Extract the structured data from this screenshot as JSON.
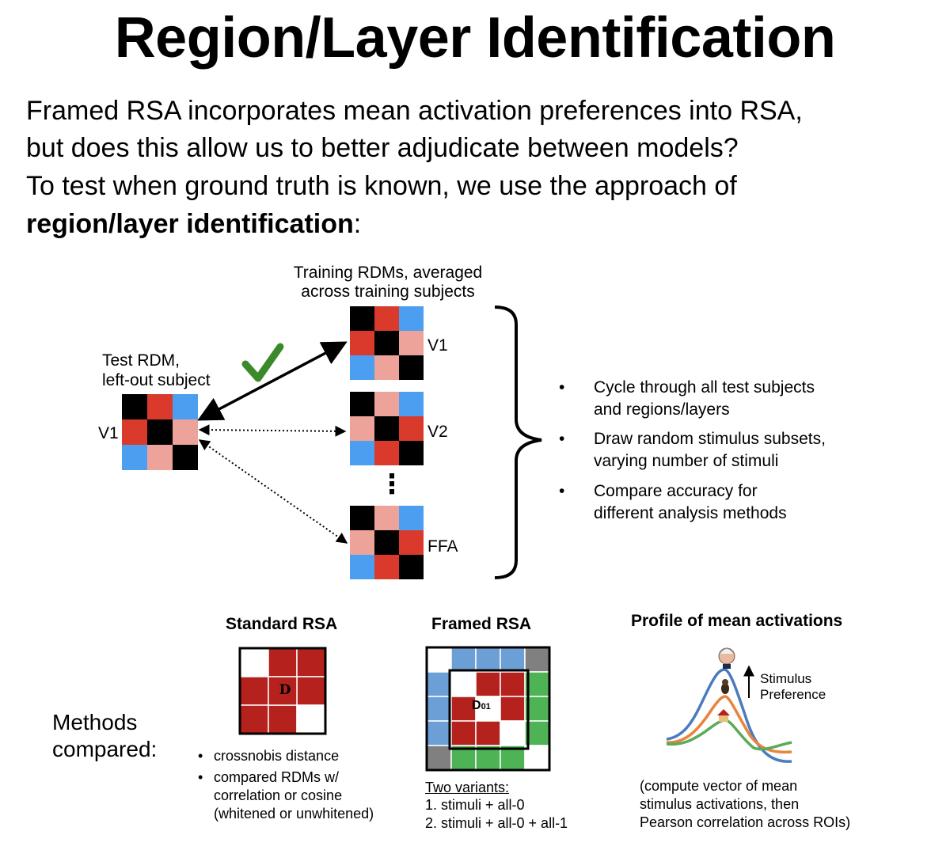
{
  "title": "Region/Layer Identification",
  "intro": {
    "line1": "Framed RSA incorporates mean activation preferences into RSA,",
    "line2": "but does this allow us to better adjudicate between models?",
    "line3": "To test when ground truth is known, we use the approach of",
    "line4_bold": "region/layer identification",
    "line4_tail": ":"
  },
  "diagram": {
    "training_label_1": "Training RDMs, averaged",
    "training_label_2": "across training subjects",
    "test_label_1": "Test RDM,",
    "test_label_2": "left-out subject",
    "test_region": "V1",
    "training_regions": [
      "V1",
      "V2",
      "FFA"
    ],
    "ellipsis": "⋮",
    "colors": {
      "red": "#d93a2b",
      "pink": "#eea39a",
      "blue": "#4b9ef0",
      "black": "#000000",
      "check": "#3a8a2a"
    }
  },
  "bullets": [
    {
      "line1": "Cycle through all test subjects",
      "line2": "and regions/layers"
    },
    {
      "line1": "Draw random stimulus subsets,",
      "line2": "varying number of stimuli"
    },
    {
      "line1": "Compare accuracy for",
      "line2": "different analysis methods"
    }
  ],
  "methods": {
    "label_1": "Methods",
    "label_2": "compared:",
    "standard": {
      "title": "Standard RSA",
      "matrix_label": "D",
      "bullet1": "crossnobis distance",
      "bullet2_1": "compared RDMs w/",
      "bullet2_2": "correlation or cosine",
      "bullet2_3": "(whitened or unwhitened)"
    },
    "framed": {
      "title": "Framed RSA",
      "matrix_label": "D",
      "matrix_sub": "01",
      "variants_title": "Two variants:",
      "variant1": "1. stimuli + all-0",
      "variant2": "2. stimuli + all-0 + all-1"
    },
    "profile": {
      "title": "Profile of mean activations",
      "arrow_label_1": "Stimulus",
      "arrow_label_2": "Preference",
      "note_1": "(compute vector of mean",
      "note_2": "stimulus activations, then",
      "note_3": "Pearson correlation across ROIs)"
    },
    "colors": {
      "dark_red": "#b5211d",
      "frame_blue": "#6b9fd6",
      "frame_green": "#4db355",
      "gray": "#808080",
      "line_blue": "#4a7bbf",
      "line_orange": "#e8843c",
      "line_green": "#5bab58"
    }
  }
}
